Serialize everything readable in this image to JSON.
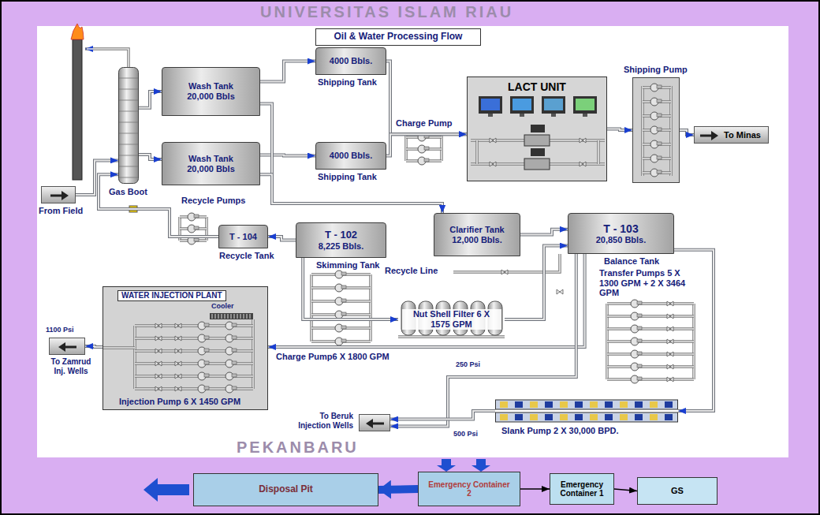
{
  "diagram": {
    "nodes": [
      {
        "text": [
          "Oil & Water Processing Flow"
        ]
      },
      {
        "text": [
          "Gas Boot"
        ]
      },
      {
        "text": [
          "Wash Tank 20,000 Bbls"
        ]
      },
      {
        "text": [
          "4000 Bbls.",
          "Shipping Tank"
        ]
      },
      {
        "text": [
          "LACT UNIT"
        ]
      },
      {
        "text": [
          "Shipping Pump"
        ]
      },
      {
        "text": [
          "To Minas"
        ]
      },
      {
        "text": [
          "Wash Tank 20,000 Bbls"
        ]
      },
      {
        "text": [
          "4000 Bbls.",
          "Shipping Tank"
        ]
      },
      {
        "text": [
          "From Field"
        ]
      },
      {
        "text": [
          "T - 104",
          "Recycle Tank"
        ]
      },
      {
        "text": [
          "T - 102",
          "8,225 Bbls.",
          "Skimming Tank"
        ]
      },
      {
        "text": [
          "Clarifier Tank 12,000 Bbls."
        ]
      },
      {
        "text": [
          "T - 103",
          "20,850 Bbls.",
          "Balance Tank"
        ]
      },
      {
        "text": [
          "WATER INJECTION PLANT",
          "Injection Pump 6 X 1450 GPM"
        ]
      },
      {
        "text": [
          "Nut Shell Filter 6 X 1575 GPM"
        ]
      },
      {
        "text": [
          "To Zamrud Inj. Wells"
        ]
      },
      {
        "text": [
          "To Beruk Injection Wells"
        ]
      },
      {
        "text": [
          "Slank Pump 2 X 30,000 BPD."
        ]
      },
      {
        "text": [
          "Disposal Pit"
        ]
      },
      {
        "text": [
          "Emergency Container 2"
        ]
      },
      {
        "text": [
          "Emergency Container 1"
        ]
      },
      {
        "text": [
          "GS"
        ]
      }
    ],
    "edges": [
      {
        "from": 9,
        "to": 1,
        "arrow": "to"
      },
      {
        "from": 1,
        "to": 2,
        "arrow": "to"
      },
      {
        "from": 1,
        "to": 7,
        "arrow": "to"
      },
      {
        "from": 2,
        "to": 3,
        "arrow": "to"
      },
      {
        "from": 7,
        "to": 8,
        "arrow": "to"
      },
      {
        "from": 3,
        "to": 4,
        "arrow": "to"
      },
      {
        "from": 8,
        "to": 4,
        "arrow": "to"
      },
      {
        "from": 4,
        "to": 5,
        "arrow": "to"
      },
      {
        "from": 5,
        "to": 6,
        "arrow": "to"
      },
      {
        "from": 2,
        "to": 12,
        "arrow": "to"
      },
      {
        "from": 7,
        "to": 12,
        "arrow": "to"
      },
      {
        "from": 10,
        "to": 1,
        "arrow": "to"
      },
      {
        "from": 11,
        "to": 10,
        "arrow": "to"
      },
      {
        "from": 11,
        "to": 15,
        "arrow": "to"
      },
      {
        "from": 15,
        "to": 13,
        "arrow": "to"
      },
      {
        "from": 12,
        "to": 13,
        "arrow": "to"
      },
      {
        "from": 13,
        "to": 14,
        "arrow": "to"
      },
      {
        "from": 13,
        "to": 17,
        "arrow": "to"
      },
      {
        "from": 13,
        "to": 18,
        "arrow": "to"
      },
      {
        "from": 18,
        "to": 17,
        "arrow": "to"
      },
      {
        "from": 14,
        "to": 16,
        "arrow": "to"
      },
      {
        "from": 20,
        "to": 19,
        "arrow": "to"
      },
      {
        "from": 20,
        "to": 21,
        "arrow": "to"
      },
      {
        "from": 21,
        "to": 22,
        "arrow": "to"
      }
    ],
    "labels": [
      "Charge Pump",
      "Recycle Pumps",
      "Recycle Line",
      "Transfer Pumps 5 X 1300 GPM + 2 X 3464 GPM",
      "Cooler",
      "1100 Psi",
      "Charge Pump6 X 1800 GPM",
      "250 Psi",
      "500 Psi",
      "UNIVERSITAS ISLAM RIAU",
      "PEKANBARU"
    ]
  }
}
